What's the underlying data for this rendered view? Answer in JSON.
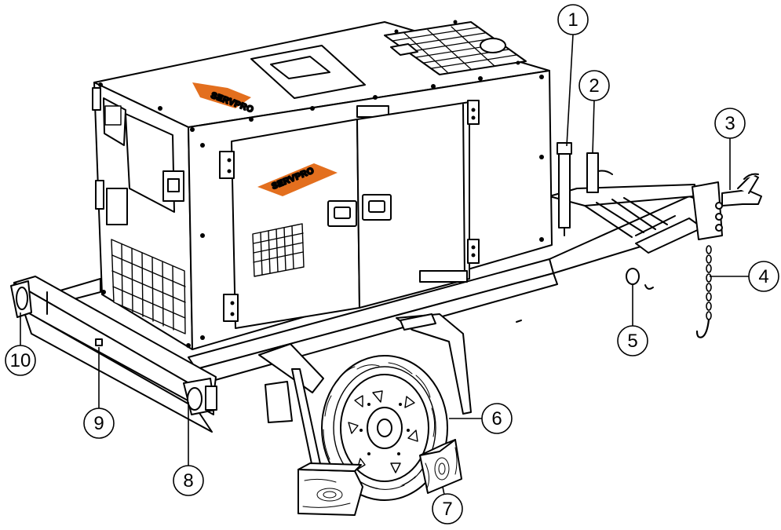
{
  "logos": {
    "top": "SERVPRO",
    "door": "SERVPRO"
  },
  "callouts": [
    {
      "label": "1"
    },
    {
      "label": "2"
    },
    {
      "label": "3"
    },
    {
      "label": "4"
    },
    {
      "label": "5"
    },
    {
      "label": "6"
    },
    {
      "label": "7"
    },
    {
      "label": "8"
    },
    {
      "label": "9"
    },
    {
      "label": "10"
    }
  ],
  "colors": {
    "line": "#000000",
    "brand": "#e36f1e",
    "fill": "#ffffff"
  }
}
